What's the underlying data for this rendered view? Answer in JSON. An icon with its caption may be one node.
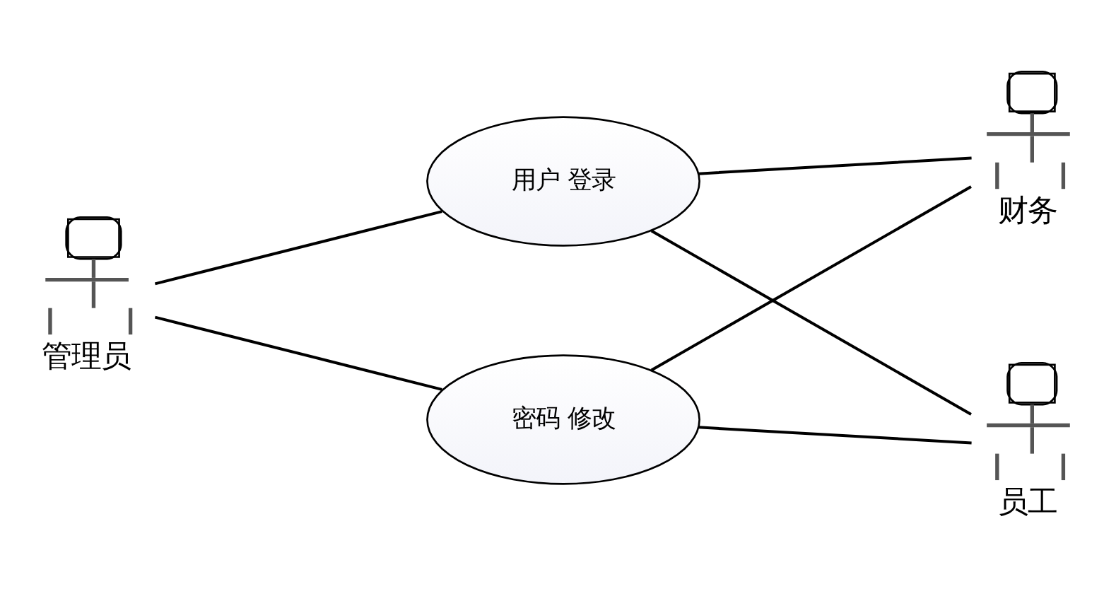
{
  "diagram": {
    "nodes": [
      {
        "text": [
          "管理员"
        ]
      },
      {
        "text": [
          "用户 登录"
        ]
      },
      {
        "text": [
          "密码 修改"
        ]
      },
      {
        "text": [
          "财务"
        ]
      },
      {
        "text": [
          "员工"
        ]
      }
    ],
    "edges": [
      {
        "from": 0,
        "to": 1,
        "arrow": "none"
      },
      {
        "from": 0,
        "to": 2,
        "arrow": "none"
      },
      {
        "from": 1,
        "to": 3,
        "arrow": "none"
      },
      {
        "from": 1,
        "to": 4,
        "arrow": "none"
      },
      {
        "from": 2,
        "to": 3,
        "arrow": "none"
      },
      {
        "from": 2,
        "to": 4,
        "arrow": "none"
      }
    ]
  }
}
